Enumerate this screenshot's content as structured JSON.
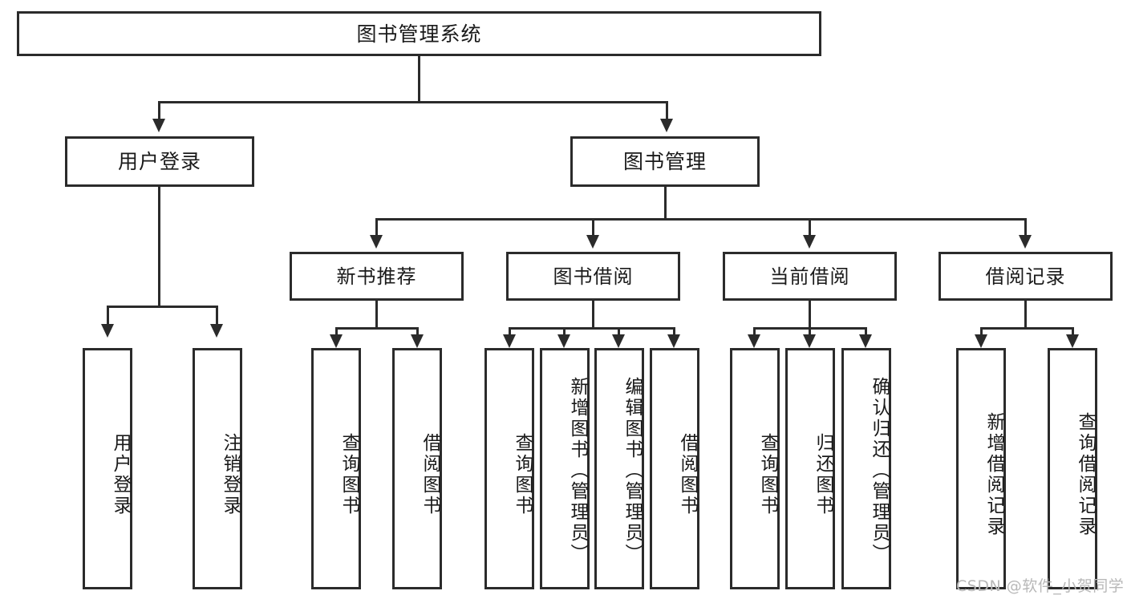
{
  "diagram": {
    "title": "图书管理系统",
    "root": {
      "label": "图书管理系统"
    },
    "level2": [
      {
        "label": "用户登录"
      },
      {
        "label": "图书管理"
      }
    ],
    "level3": [
      {
        "label": "新书推荐"
      },
      {
        "label": "图书借阅"
      },
      {
        "label": "当前借阅"
      },
      {
        "label": "借阅记录"
      }
    ],
    "leaves": {
      "user_login": [
        {
          "label": "用户登录"
        },
        {
          "label": "注销登录"
        }
      ],
      "new_book": [
        {
          "label": "查询图书"
        },
        {
          "label": "借阅图书"
        }
      ],
      "book_borrow": [
        {
          "label": "查询图书"
        },
        {
          "label": "新增图书（管理员）"
        },
        {
          "label": "编辑图书（管理员）"
        },
        {
          "label": "借阅图书"
        }
      ],
      "current_borrow": [
        {
          "label": "查询图书"
        },
        {
          "label": "归还图书"
        },
        {
          "label": "确认归还（管理员）"
        }
      ],
      "borrow_record": [
        {
          "label": "新增借阅记录"
        },
        {
          "label": "查询借阅记录"
        }
      ]
    }
  },
  "watermark": {
    "text": "CSDN @软件_小贺同学"
  },
  "colors": {
    "stroke": "#2b2b2b",
    "background": "#ffffff",
    "text": "#1a1a1a",
    "watermark": "#b8b8b8"
  }
}
